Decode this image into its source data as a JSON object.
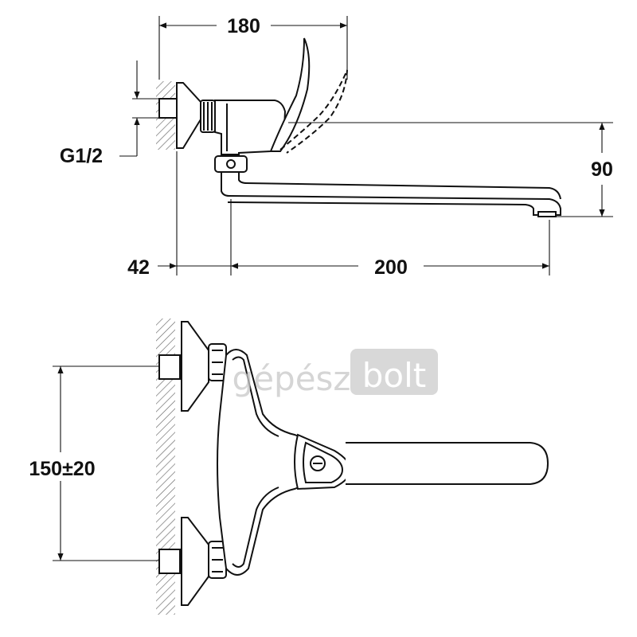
{
  "dimensions": {
    "width_top": "180",
    "height_spout": "90",
    "thread": "G1/2",
    "wall_offset": "42",
    "spout_reach": "200",
    "inlet_spacing": "150±20"
  },
  "watermark": {
    "part1": "gépész",
    "part2": "bolt"
  },
  "colors": {
    "line": "#111111",
    "watermark_text": "#c8c8c8",
    "watermark_box": "#b4b4b4"
  }
}
